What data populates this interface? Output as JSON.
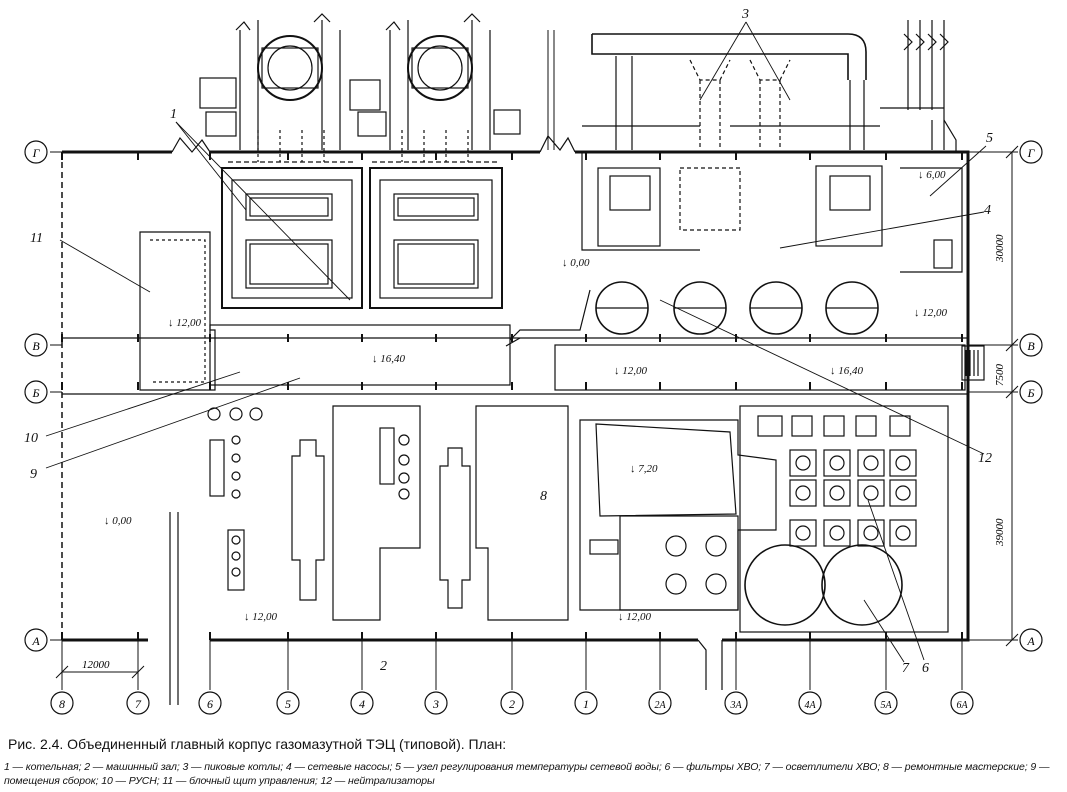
{
  "caption": "Рис. 2.4. Объединенный главный корпус газомазутной ТЭЦ (типовой). План:",
  "legend": "1 — котельная; 2 — машинный зал; 3 — пиковые котлы; 4 — сетевые насосы; 5 — узел регулирования температуры сетевой воды; 6 — фильтры ХВО; 7 — осветлители ХВО; 8 — ремонтные мастерские; 9 — помещения сборок; 10 — РУСН; 11 — блочный щит управления; 12 — нейтрализаторы",
  "row_axes": [
    "Г",
    "В",
    "Б",
    "А"
  ],
  "column_axes": [
    "8",
    "7",
    "6",
    "5",
    "4",
    "3",
    "2",
    "1",
    "2А",
    "3А",
    "4А",
    "5А",
    "6А"
  ],
  "dimensions": {
    "span_GV": "30000",
    "span_VB": "7500",
    "span_BA": "39000",
    "bay_8_7": "12000"
  },
  "elevations": {
    "e1": "12,00",
    "e2": "16,40",
    "e3": "0,00",
    "e4": "12,00",
    "e5": "16,40",
    "e6": "6,00",
    "e7": "12,00",
    "e8": "7,20",
    "e9": "0,00",
    "e10": "12,00",
    "e11": "12,00"
  },
  "callouts": {
    "c1": "1",
    "c2": "2",
    "c3": "3",
    "c4": "4",
    "c5": "5",
    "c6": "6",
    "c7": "7",
    "c8": "8",
    "c9": "9",
    "c10": "10",
    "c11": "11",
    "c12": "12"
  }
}
